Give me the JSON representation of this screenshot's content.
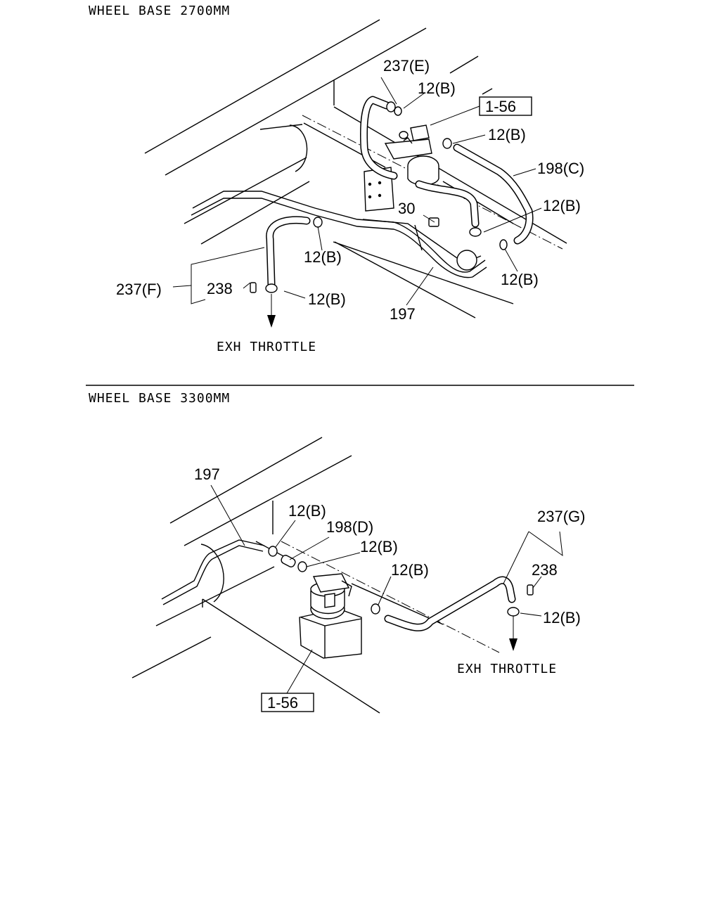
{
  "section_top": {
    "title": "WHEEL BASE 2700MM",
    "labels": {
      "hose_237e": "237(E)",
      "clamp_a": "12(B)",
      "ref_box": "1-56",
      "clamp_b": "12(B)",
      "hose_198c": "198(C)",
      "clamp_c": "12(B)",
      "bolt_30": "30",
      "clamp_d": "12(B)",
      "clamp_e": "12(B)",
      "hose_237f": "237(F)",
      "clip_238": "238",
      "clamp_f": "12(B)",
      "pipe_197": "197"
    },
    "destination": "EXH THROTTLE"
  },
  "section_bottom": {
    "title": "WHEEL BASE 3300MM",
    "labels": {
      "pipe_197": "197",
      "clamp_a": "12(B)",
      "hose_198d": "198(D)",
      "clamp_b": "12(B)",
      "clamp_c": "12(B)",
      "hose_237g": "237(G)",
      "clip_238": "238",
      "clamp_d": "12(B)",
      "ref_box": "1-56"
    },
    "destination": "EXH THROTTLE"
  },
  "icons": [
    "arrow-down-icon",
    "hose-clamp-icon",
    "vacuum-valve-icon",
    "mounting-bracket-icon"
  ]
}
